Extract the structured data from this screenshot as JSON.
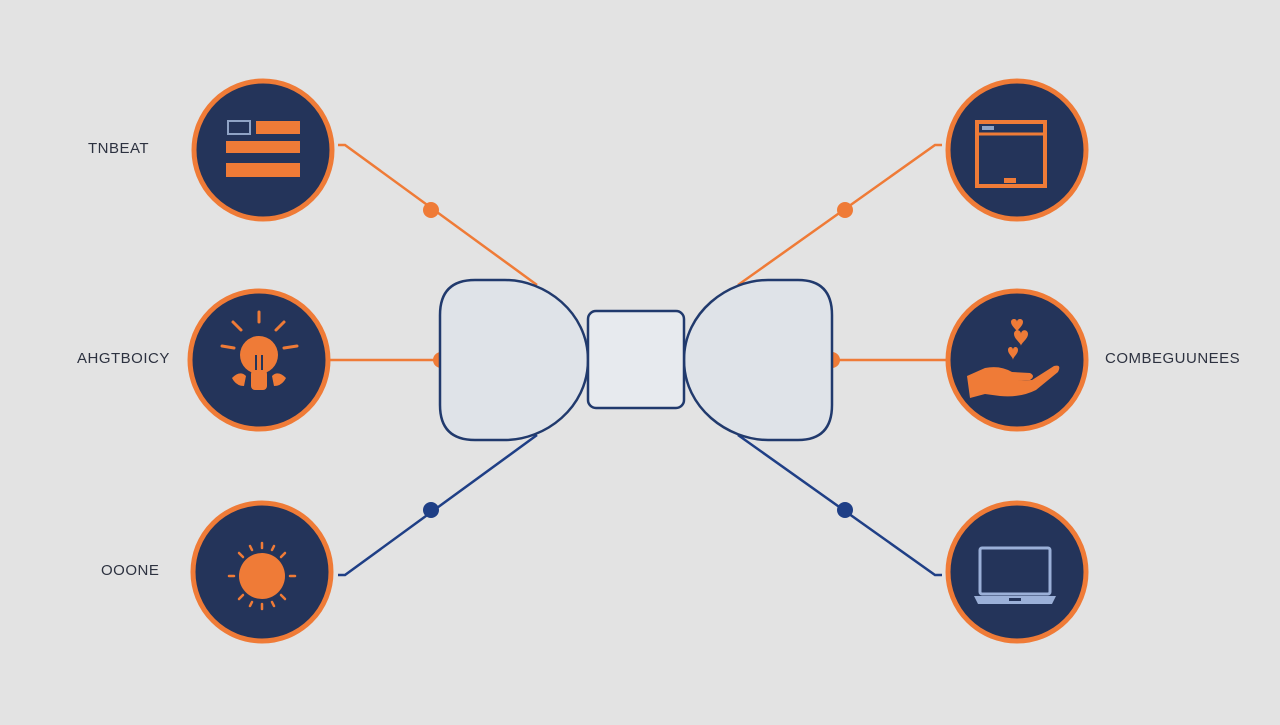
{
  "colors": {
    "background": "#e3e3e3",
    "navy": "#24345a",
    "line_navy": "#1f3f86",
    "orange": "#ef7b37",
    "center_fill": "#dfe3e8",
    "center_stroke": "#213a6d"
  },
  "labels": {
    "top_left": "TNBEAT",
    "mid_left": "AHGTBOICY",
    "bottom_left": "OOONE",
    "mid_right": "COMBEGUUNEES"
  },
  "nodes": [
    {
      "id": "top-left",
      "icon": "document-layout-icon",
      "connector": "orange"
    },
    {
      "id": "mid-left",
      "icon": "lightbulb-icon",
      "connector": "orange"
    },
    {
      "id": "bottom-left",
      "icon": "sun-icon",
      "connector": "navy"
    },
    {
      "id": "top-right",
      "icon": "browser-window-icon",
      "connector": "orange"
    },
    {
      "id": "mid-right",
      "icon": "hand-hearts-icon",
      "connector": "orange"
    },
    {
      "id": "bottom-right",
      "icon": "laptop-icon",
      "connector": "navy"
    }
  ],
  "center": {
    "shape": "bow-tie",
    "parts": [
      "left-lobe",
      "center-box",
      "right-lobe"
    ]
  }
}
